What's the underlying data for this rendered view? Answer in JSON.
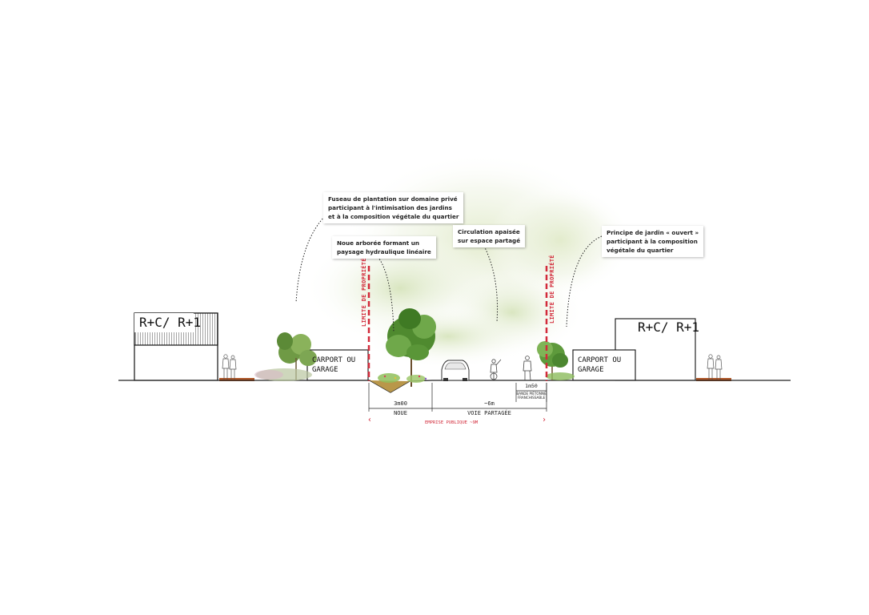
{
  "callouts": {
    "plantation": "Fuseau de plantation sur domaine privé\nparticipant à l'intimisation des jardins\net à la composition végétale du quartier",
    "noue": "Noue arborée formant un\npaysage hydraulique linéaire",
    "circulation": "Circulation apaisée\nsur espace partagé",
    "jardin": "Principe de jardin « ouvert »\nparticipant à la composition\nvégétale du quartier"
  },
  "buildings": {
    "left_height": "R+C/ R+1",
    "right_height": "R+C/ R+1",
    "left_carport": "CARPORT OU\nGARAGE",
    "right_carport": "CARPORT OU\nGARAGE"
  },
  "limits": {
    "left": "LIMITE DE PROPRIÉTÉ",
    "right": "LIMITE DE PROPRIÉTÉ"
  },
  "dimensions": {
    "noue_width": "3m00",
    "noue_label": "NOUE",
    "voie_width": "~6m",
    "voie_label": "VOIE PARTAGÉE",
    "bande_width": "1m50",
    "bande_label": "BANDE PIÉTONNE\nFRANCHISSABLE",
    "emprise": "EMPRISE PUBLIQUE ~9M"
  },
  "colors": {
    "limit_red": "#d22a3a",
    "foliage": "#5e9a3c",
    "ground": "#222222",
    "soil": "#b0582a"
  }
}
